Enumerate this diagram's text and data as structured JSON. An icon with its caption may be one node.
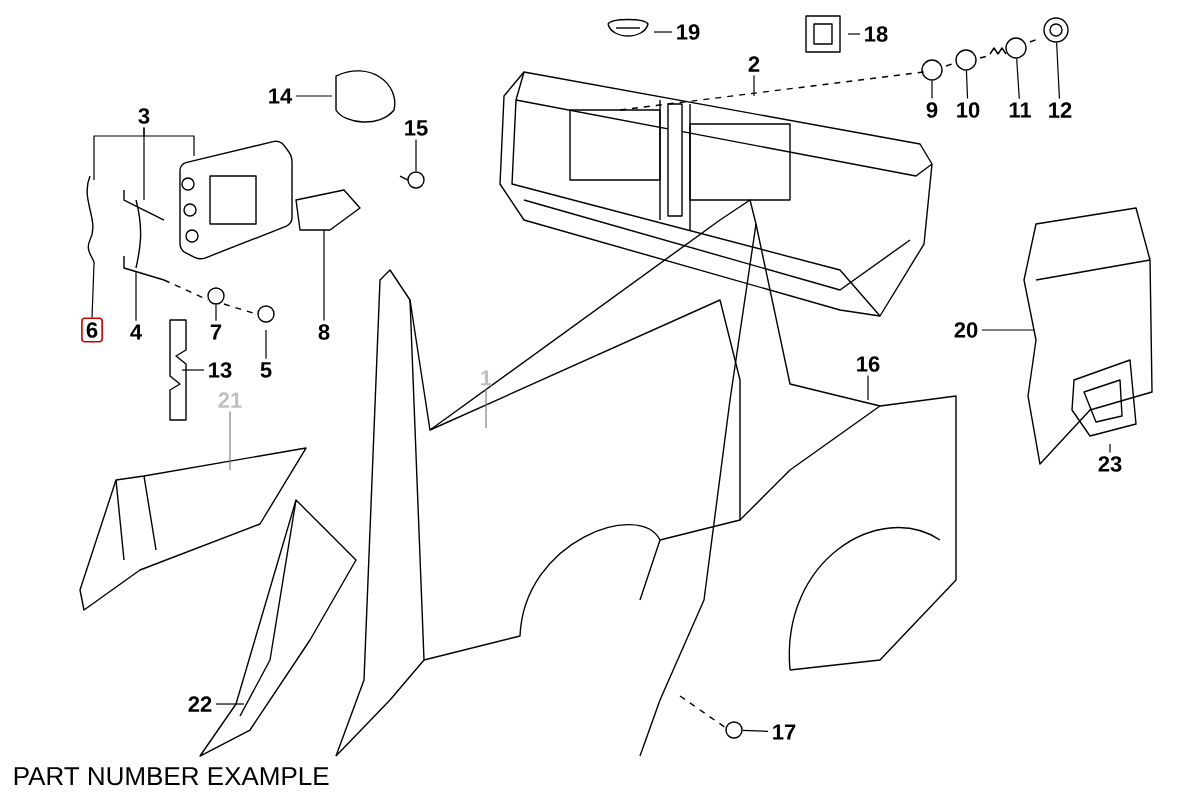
{
  "diagram": {
    "caption": "PART NUMBER EXAMPLE",
    "nodes": [
      {
        "text": [
          "19"
        ]
      },
      {
        "text": [
          "18"
        ]
      },
      {
        "text": [
          "2"
        ]
      },
      {
        "text": [
          "9"
        ]
      },
      {
        "text": [
          "10"
        ]
      },
      {
        "text": [
          "11"
        ]
      },
      {
        "text": [
          "12"
        ]
      },
      {
        "text": [
          "3"
        ]
      },
      {
        "text": [
          "14"
        ]
      },
      {
        "text": [
          "15"
        ]
      },
      {
        "text": [
          "6"
        ]
      },
      {
        "text": [
          "4"
        ]
      },
      {
        "text": [
          "7"
        ]
      },
      {
        "text": [
          "8"
        ]
      },
      {
        "text": [
          "20"
        ]
      },
      {
        "text": [
          "13"
        ]
      },
      {
        "text": [
          "5"
        ]
      },
      {
        "text": [
          "16"
        ]
      },
      {
        "text": [
          "1"
        ]
      },
      {
        "text": [
          "21"
        ]
      },
      {
        "text": [
          "23"
        ]
      },
      {
        "text": [
          "22"
        ]
      },
      {
        "text": [
          "17"
        ]
      },
      {
        "text": [],
        "shape": "circle"
      },
      {
        "text": [],
        "shape": "circle"
      },
      {
        "text": [],
        "shape": "circle"
      },
      {
        "text": [],
        "shape": "circle"
      },
      {
        "text": [],
        "shape": "circle"
      },
      {
        "text": [],
        "shape": "circle"
      },
      {
        "text": [],
        "shape": "circle"
      }
    ],
    "edges": [
      {
        "from": 0,
        "to": null,
        "arrow": "none"
      },
      {
        "from": 1,
        "to": null,
        "arrow": "none"
      },
      {
        "from": 2,
        "to": null,
        "arrow": "none"
      },
      {
        "from": 3,
        "to": 23,
        "arrow": "none"
      },
      {
        "from": 4,
        "to": 24,
        "arrow": "none"
      },
      {
        "from": 5,
        "to": 25,
        "arrow": "none"
      },
      {
        "from": 6,
        "to": 26,
        "arrow": "none"
      },
      {
        "from": 7,
        "to": null,
        "arrow": "none"
      },
      {
        "from": 7,
        "to": null,
        "arrow": "none"
      },
      {
        "from": 8,
        "to": null,
        "arrow": "none"
      },
      {
        "from": 9,
        "to": 29,
        "arrow": "none"
      },
      {
        "from": 10,
        "to": null,
        "arrow": "none"
      },
      {
        "from": 11,
        "to": null,
        "arrow": "none"
      },
      {
        "from": 12,
        "to": 27,
        "arrow": "none"
      },
      {
        "from": 13,
        "to": null,
        "arrow": "none"
      },
      {
        "from": 14,
        "to": null,
        "arrow": "none"
      },
      {
        "from": 15,
        "to": null,
        "arrow": "none"
      },
      {
        "from": 16,
        "to": null,
        "arrow": "none"
      },
      {
        "from": 17,
        "to": null,
        "arrow": "none"
      },
      {
        "from": 18,
        "to": null,
        "arrow": "none",
        "color": "#808080"
      },
      {
        "from": 19,
        "to": null,
        "arrow": "none",
        "color": "#808080"
      },
      {
        "from": 20,
        "to": null,
        "arrow": "none"
      },
      {
        "from": 21,
        "to": null,
        "arrow": "none"
      },
      {
        "from": 22,
        "to": 28,
        "arrow": "none"
      }
    ]
  }
}
